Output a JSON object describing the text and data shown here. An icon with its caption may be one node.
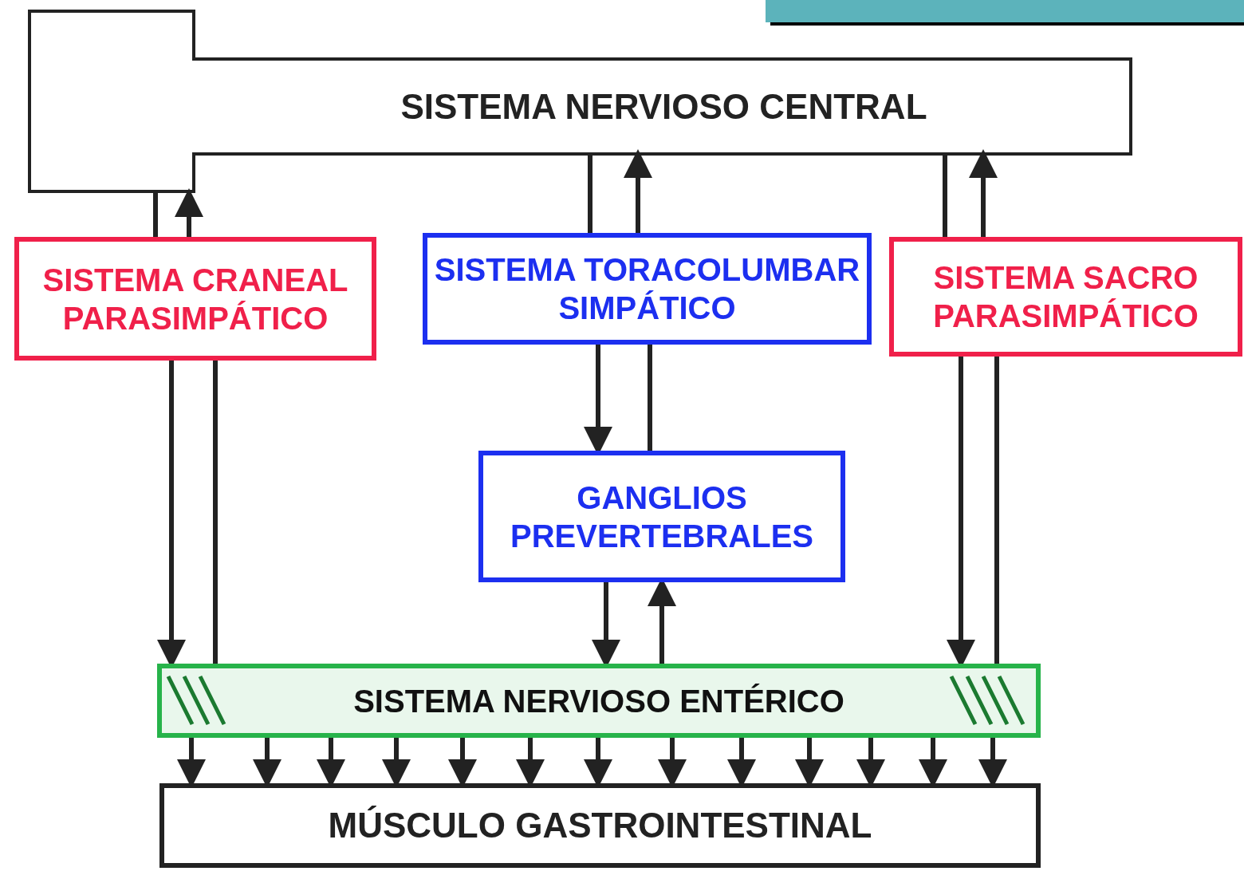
{
  "diagram": {
    "nodes": [
      {
        "text": [
          "SISTEMA NERVIOSO CENTRAL"
        ]
      },
      {
        "text": [
          "SISTEMA CRANEAL PARASIMPÁTICO"
        ]
      },
      {
        "text": [
          "SISTEMA TORACOLUMBAR SIMPÁTICO"
        ]
      },
      {
        "text": [
          "SISTEMA SACRO PARASIMPÁTICO"
        ]
      },
      {
        "text": [
          "GANGLIOS PREVERTEBRALES"
        ]
      },
      {
        "text": [
          "SISTEMA NERVIOSO ENTÉRICO"
        ]
      },
      {
        "text": [
          "MÚSCULO GASTROINTESTINAL"
        ]
      }
    ],
    "edges": [
      {
        "from": 0,
        "to": 1,
        "arrow": "none"
      },
      {
        "from": 1,
        "to": 0,
        "arrow": "to"
      },
      {
        "from": 0,
        "to": 2,
        "arrow": "none"
      },
      {
        "from": 2,
        "to": 0,
        "arrow": "to"
      },
      {
        "from": 0,
        "to": 3,
        "arrow": "none"
      },
      {
        "from": 3,
        "to": 0,
        "arrow": "to"
      },
      {
        "from": 1,
        "to": 5,
        "arrow": "to"
      },
      {
        "from": 1,
        "to": 5,
        "arrow": "none"
      },
      {
        "from": 2,
        "to": 4,
        "arrow": "to"
      },
      {
        "from": 2,
        "to": 4,
        "arrow": "none"
      },
      {
        "from": 4,
        "to": 5,
        "arrow": "to"
      },
      {
        "from": 5,
        "to": 4,
        "arrow": "to"
      },
      {
        "from": 3,
        "to": 5,
        "arrow": "to"
      },
      {
        "from": 3,
        "to": 5,
        "arrow": "none"
      },
      {
        "from": 5,
        "to": 6,
        "arrow": "to"
      },
      {
        "from": 5,
        "to": 6,
        "arrow": "to"
      },
      {
        "from": 5,
        "to": 6,
        "arrow": "to"
      },
      {
        "from": 5,
        "to": 6,
        "arrow": "to"
      },
      {
        "from": 5,
        "to": 6,
        "arrow": "to"
      },
      {
        "from": 5,
        "to": 6,
        "arrow": "to"
      },
      {
        "from": 5,
        "to": 6,
        "arrow": "to"
      },
      {
        "from": 5,
        "to": 6,
        "arrow": "to"
      },
      {
        "from": 5,
        "to": 6,
        "arrow": "to"
      },
      {
        "from": 5,
        "to": 6,
        "arrow": "to"
      },
      {
        "from": 5,
        "to": 6,
        "arrow": "to"
      },
      {
        "from": 5,
        "to": 6,
        "arrow": "to"
      },
      {
        "from": 5,
        "to": 6,
        "arrow": "to"
      }
    ]
  }
}
